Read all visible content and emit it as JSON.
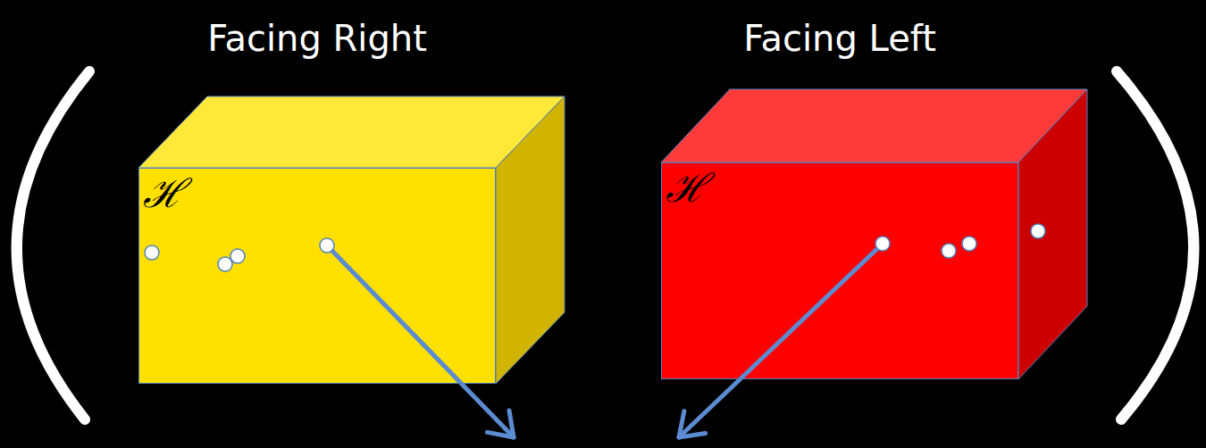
{
  "diagram": {
    "nodes": [
      {
        "text": [
          "Facing Right",
          "ℋ"
        ]
      },
      {
        "text": [
          "Facing Left",
          "ℋ"
        ]
      }
    ]
  }
}
